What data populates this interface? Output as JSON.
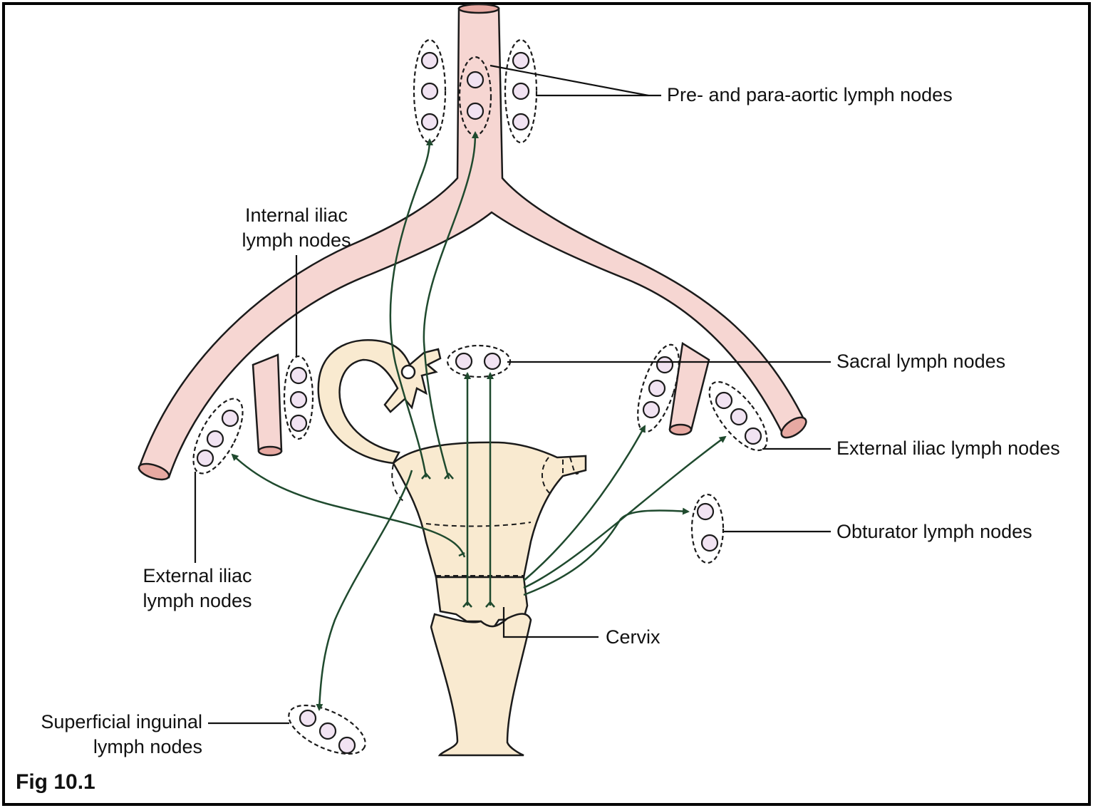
{
  "colors": {
    "artery_fill": "#f6d6d2",
    "artery_stroke": "#1b1b1b",
    "organ_fill": "#f9ead0",
    "node_fill": "#f1e3f2",
    "arrow": "#1f4a2e",
    "leader": "#111111"
  },
  "labels": {
    "pre_para_aortic": "Pre- and para-aortic lymph nodes",
    "internal_iliac_line1": "Internal iliac",
    "internal_iliac_line2": "lymph nodes",
    "sacral": "Sacral lymph nodes",
    "external_iliac_right": "External iliac lymph nodes",
    "obturator": "Obturator lymph nodes",
    "external_iliac_left_line1": "External iliac",
    "external_iliac_left_line2": "lymph nodes",
    "cervix": "Cervix",
    "superficial_inguinal_line1": "Superficial inguinal",
    "superficial_inguinal_line2": "lymph nodes"
  },
  "figure_label": "Fig 10.1",
  "icons": {
    "vessel": "aorta-bifurcation",
    "organ": "uterus-tube-ovary",
    "node": "lymph-node-circle"
  }
}
